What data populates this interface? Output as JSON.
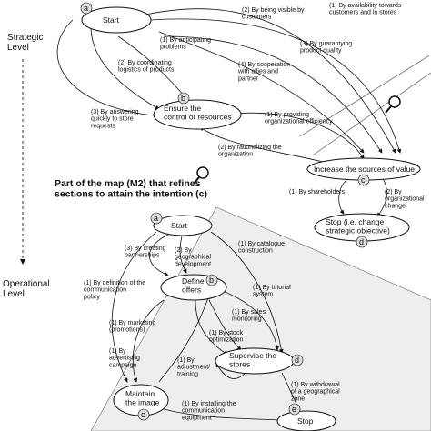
{
  "levels": {
    "strategic": "Strategic\nLevel",
    "operational": "Operational\nLevel"
  },
  "sub_map_title": "Part of the map (M2) that refines\nsections to attain the intention (c)",
  "strategic_nodes": {
    "start": "Start",
    "ensure": "Ensure the\ncontrol of resources",
    "increase": "Increase the sources of value",
    "stop": "Stop (i.e. change\nstrategic objective)"
  },
  "strategic_letters": {
    "a": "a",
    "b": "b",
    "c": "c",
    "d": "d"
  },
  "strategic_edges": [
    "(2) By being visible by\ncustomers",
    "(1) By availability towards\ncustomers and in stores",
    "(1) By anticipating\nproblems",
    "(2) By coordinating\nlogistics of products",
    "(3) By guarantying\nproduct quality",
    "(4) By cooperation\nwith allies and\npartner",
    "(3) By answering\nquickly to store\nrequests",
    "(1) By providing\norganizational efficiency",
    "(2) By rationalizing the\norganization",
    "(1) By shareholders",
    "(2) By\norganizational\nchange"
  ],
  "operational_nodes": {
    "start": "Start",
    "define": "Define\noffers",
    "supervise": "Supervise the\nstores",
    "maintain": "Maintain\nthe image",
    "stop": "Stop"
  },
  "operational_letters": {
    "a": "a",
    "b": "b",
    "c": "c",
    "d": "d",
    "e": "e"
  },
  "operational_edges": [
    "(3) By creating\npartnerships",
    "(2) By\ngeographical\ndevelopment",
    "(1) By catalogue\nconstruction",
    "(1) By definition of the\ncommunication\npolicy",
    "(1) By tutorial\nsystem",
    "(1) By marketing\n(promotions)",
    "(1) By sales\nmonitoring",
    "(1) By stock\noptimization",
    "(1) By\nadvertising\ncampaign",
    "(1) By\nadjustment/\ntraining",
    "(1) By withdrawal\nof a geographical\nzone",
    "(1) By installing the\ncommunication\nequipment"
  ]
}
